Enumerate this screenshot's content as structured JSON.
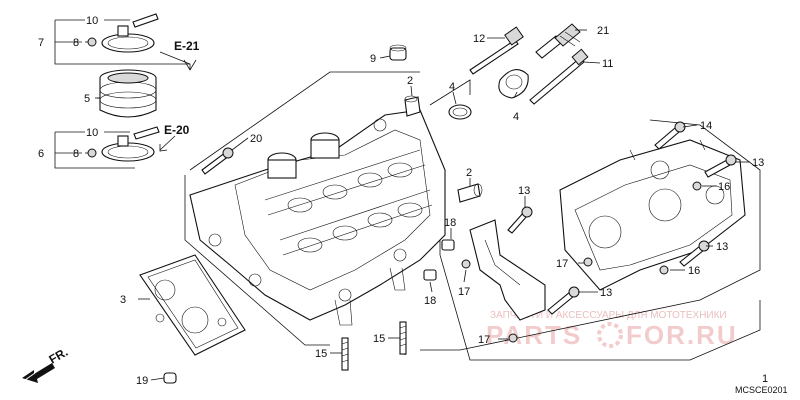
{
  "callouts": [
    "1",
    "2",
    "3",
    "4",
    "5",
    "6",
    "7",
    "8",
    "9",
    "10",
    "11",
    "12",
    "13",
    "14",
    "15",
    "16",
    "17",
    "18",
    "19",
    "20",
    "21"
  ],
  "refs": {
    "e21": "E-21",
    "e20": "E-20"
  },
  "front_marker": "FR.",
  "diagram_code": "MCSCE0201",
  "watermark": {
    "top_line": "ЗАПЧАСТИ И АКСЕССУАРЫ ДЛЯ МОТОТЕХНИКИ",
    "brand_left": "PARTS",
    "brand_right": "FOR.RU",
    "color": "#e8a8a8"
  }
}
